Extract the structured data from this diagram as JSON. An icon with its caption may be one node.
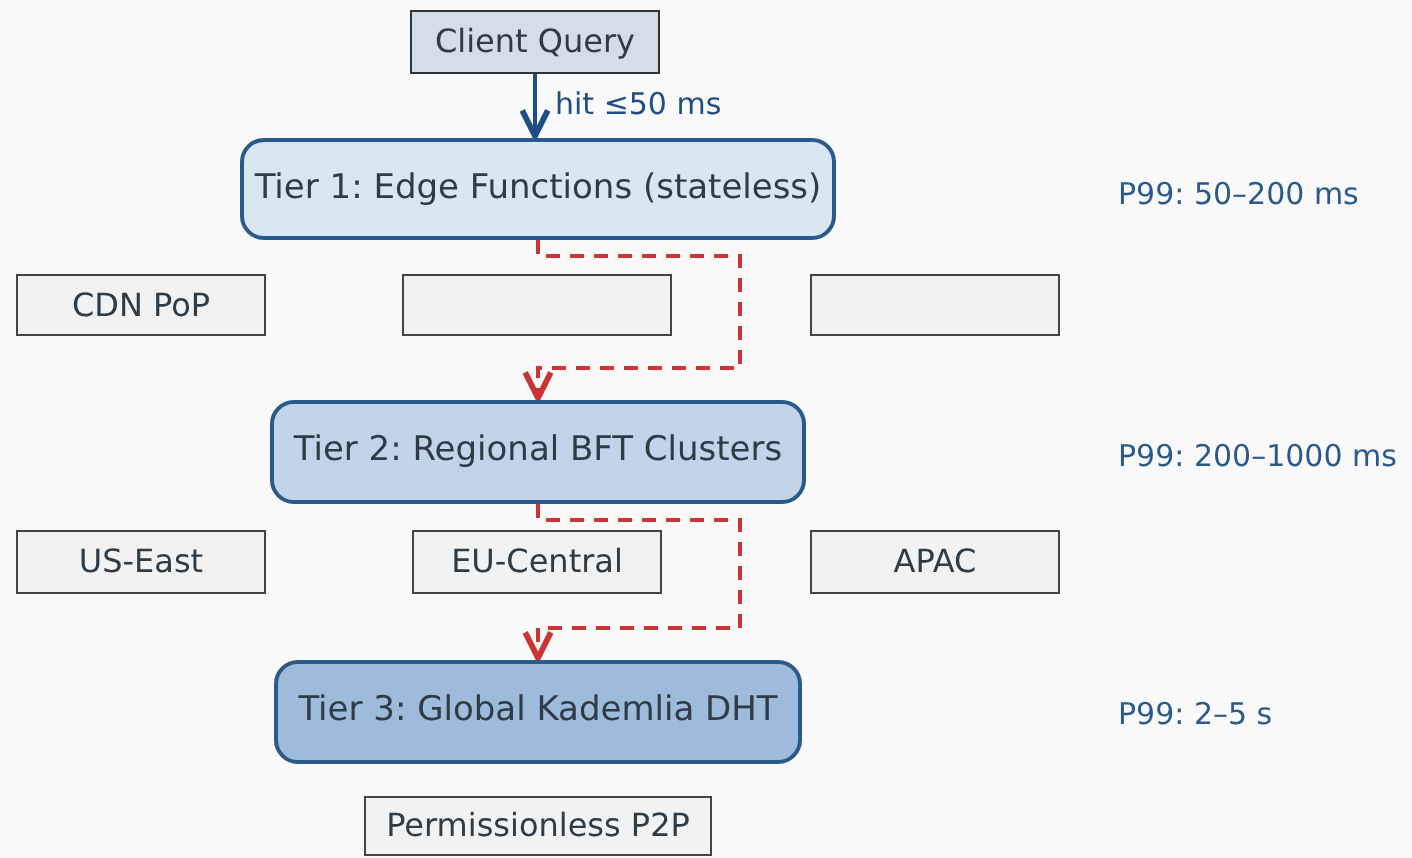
{
  "diagram": {
    "nodes": [
      {
        "text": [
          "Client Query"
        ]
      },
      {
        "text": [
          "Tier 1: Edge Functions (stateless)"
        ]
      },
      {
        "text": [
          "CDN PoP"
        ]
      },
      {
        "text": [],
        "shape": "box"
      },
      {
        "text": [],
        "shape": "box"
      },
      {
        "text": [
          "Tier 2: Regional BFT Clusters"
        ]
      },
      {
        "text": [
          "US-East"
        ]
      },
      {
        "text": [
          "EU-Central"
        ]
      },
      {
        "text": [
          "APAC"
        ]
      },
      {
        "text": [
          "Tier 3: Global Kademlia DHT"
        ]
      },
      {
        "text": [
          "Permissionless P2P"
        ]
      }
    ],
    "edges": [
      {
        "from": 0,
        "to": 1,
        "arrow": "to",
        "label": "hit ≤50 ms",
        "color": "#1f4e85"
      },
      {
        "from": 1,
        "to": 5,
        "arrow": "to",
        "style": "dashed",
        "color": "#cc3333"
      },
      {
        "from": 5,
        "to": 9,
        "arrow": "to",
        "style": "dashed",
        "color": "#cc3333"
      }
    ],
    "labels": [
      "P99: 50–200 ms",
      "P99: 200–1000 ms",
      "P99: 2–5 s"
    ]
  }
}
